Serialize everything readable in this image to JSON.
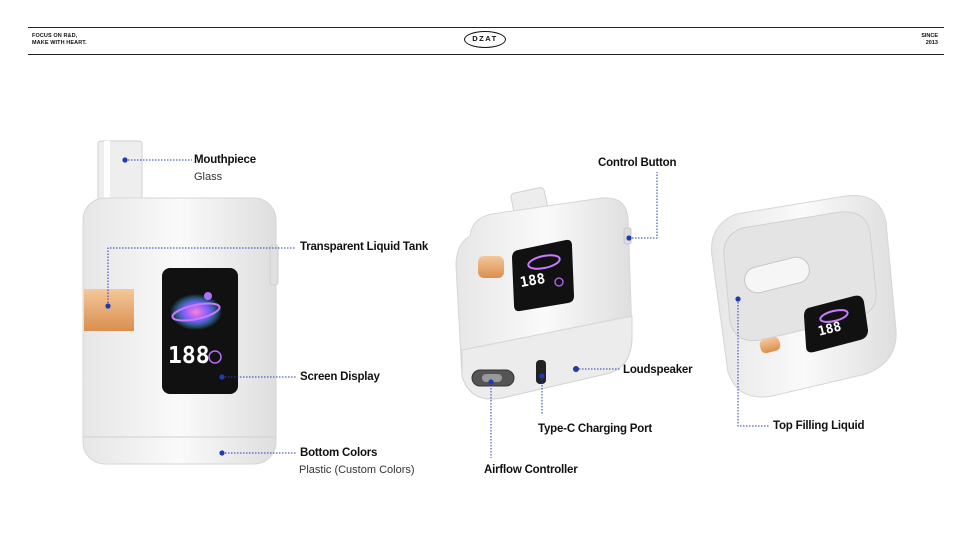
{
  "header": {
    "tagline_line1": "FOCUS ON R&D,",
    "tagline_line2": "MAKE WITH HEART.",
    "logo_text": "DZAT",
    "since_label": "SINCE",
    "since_year": "2013"
  },
  "device": {
    "display_number": "188"
  },
  "callouts": {
    "mouthpiece": "Mouthpiece",
    "mouthpiece_sub": "Glass",
    "liquid_tank": "Transparent Liquid Tank",
    "screen_display": "Screen Display",
    "bottom_colors": "Bottom Colors",
    "bottom_colors_sub": "Plastic (Custom Colors)",
    "control_button": "Control Button",
    "loudspeaker": "Loudspeaker",
    "charging_port": "Type-C Charging Port",
    "airflow_controller": "Airflow Controller",
    "top_filling": "Top Filling Liquid"
  },
  "colors": {
    "accent_blue": "#1f3bb3",
    "device_white": "#f2f2f2",
    "screen_black": "#111111",
    "tank_orange": "#e3a66c"
  }
}
